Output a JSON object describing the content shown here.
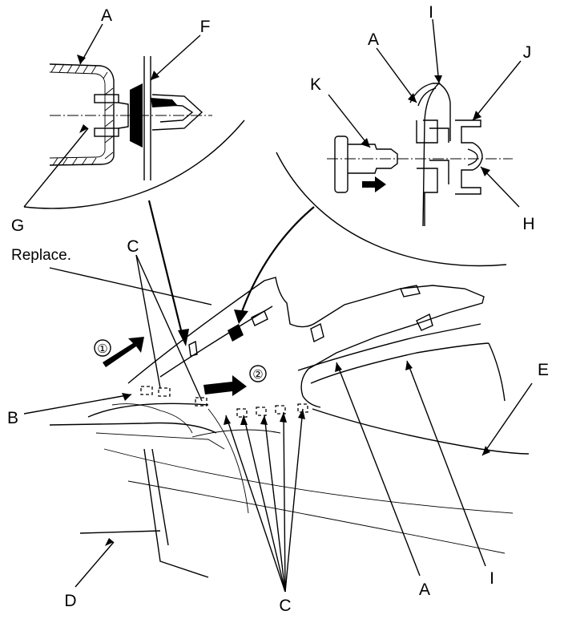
{
  "callouts": {
    "a_top": "A",
    "f": "F",
    "g": "G",
    "i_top": "I",
    "a_right": "A",
    "j": "J",
    "k": "K",
    "h": "H",
    "c_top": "C",
    "replace": "Replace.",
    "b": "B",
    "e": "E",
    "d": "D",
    "c_bottom": "C",
    "a_bottom": "A",
    "i_bottom": "I"
  },
  "steps": {
    "one": "①",
    "two": "②"
  },
  "colors": {
    "line": "#000000",
    "background": "#ffffff"
  }
}
